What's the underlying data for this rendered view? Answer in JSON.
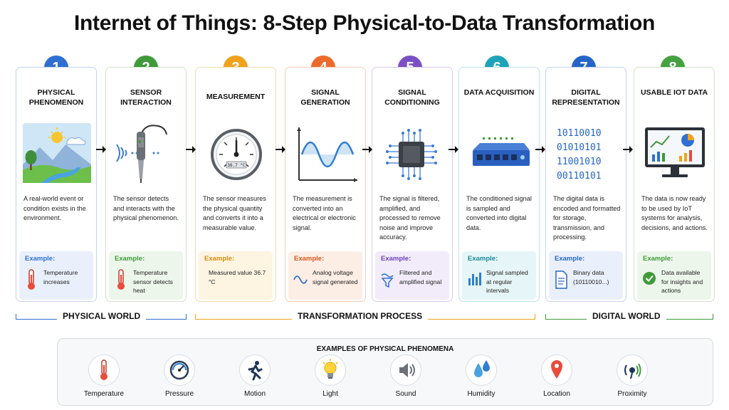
{
  "title": "Internet of Things: 8-Step Physical-to-Data Transformation",
  "steps": [
    {
      "number": "1",
      "title": "PHYSICAL PHENOMENON",
      "description": "A real-world event or condition exists in the environment.",
      "example_label": "Example:",
      "example_text": "Temperature increases",
      "color": "#2f6fd1"
    },
    {
      "number": "2",
      "title": "SENSOR INTERACTION",
      "description": "The sensor detects and interacts with the physical phenomenon.",
      "example_label": "Example:",
      "example_text": "Temperature sensor detects heat",
      "color": "#3f9a3a"
    },
    {
      "number": "3",
      "title": "MEASUREMENT",
      "description": "The sensor measures the physical quantity and converts it into a measurable value.",
      "example_label": "Example:",
      "example_text": "Measured value 36.7 °C",
      "color": "#f0a21b"
    },
    {
      "number": "4",
      "title": "SIGNAL GENERATION",
      "description": "The measurement is converted into an electrical or electronic signal.",
      "example_label": "Example:",
      "example_text": "Analog voltage signal generated",
      "color": "#ec6a2b"
    },
    {
      "number": "5",
      "title": "SIGNAL CONDITIONING",
      "description": "The signal is filtered, amplified, and processed to remove noise and improve accuracy.",
      "example_label": "Example:",
      "example_text": "Filtered and amplified signal",
      "color": "#7b4fc4"
    },
    {
      "number": "6",
      "title": "DATA ACQUISITION",
      "description": "The conditioned signal is sampled and converted into digital data.",
      "example_label": "Example:",
      "example_text": "Signal sampled at regular intervals",
      "color": "#1ba3b8"
    },
    {
      "number": "7",
      "title": "DIGITAL REPRESENTATION",
      "description": "The digital data is encoded and formatted for storage, transmission, and processing.",
      "example_label": "Example:",
      "example_text": "Binary data (10110010...)",
      "color": "#2565c7"
    },
    {
      "number": "8",
      "title": "USABLE IOT DATA",
      "description": "The data is now ready to be used by IoT systems for analysis, decisions, and actions.",
      "example_label": "Example:",
      "example_text": "Data available for insights and actions",
      "color": "#44a240"
    }
  ],
  "gauge_reading": "36.7 °C",
  "binary_lines": [
    "10110010",
    "01010101",
    "11001010",
    "00110101"
  ],
  "regions": [
    {
      "label": "PHYSICAL WORLD",
      "color": "#2f6fd1"
    },
    {
      "label": "TRANSFORMATION PROCESS",
      "color": "#f0a21b"
    },
    {
      "label": "DIGITAL WORLD",
      "color": "#3f9a3a"
    }
  ],
  "examples_title": "EXAMPLES OF PHYSICAL PHENOMENA",
  "phenomena": [
    {
      "label": "Temperature",
      "icon": "thermometer-icon"
    },
    {
      "label": "Pressure",
      "icon": "pressure-gauge-icon"
    },
    {
      "label": "Motion",
      "icon": "running-person-icon"
    },
    {
      "label": "Light",
      "icon": "light-bulb-icon"
    },
    {
      "label": "Sound",
      "icon": "speaker-icon"
    },
    {
      "label": "Humidity",
      "icon": "water-drops-icon"
    },
    {
      "label": "Location",
      "icon": "map-pin-icon"
    },
    {
      "label": "Proximity",
      "icon": "proximity-sensor-icon"
    }
  ]
}
